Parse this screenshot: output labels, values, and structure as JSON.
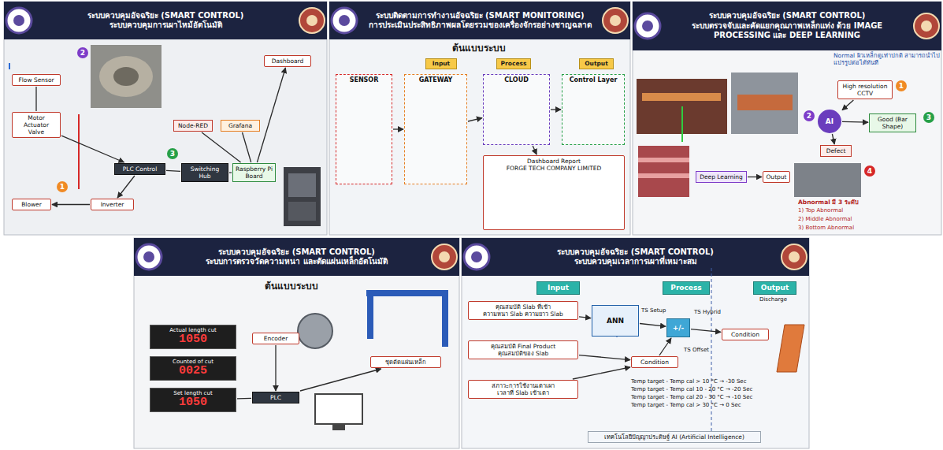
{
  "diagram": {
    "nodes": [
      {
        "text": [
          "ระบบควบคุมอัจฉริยะ (SMART CONTROL)",
          "ระบบควบคุมการเผาไหม้อัตโนมัติ"
        ]
      },
      {
        "text": [
          "Flow Sensor"
        ],
        "in": 0
      },
      {
        "text": [
          "Motor Actuator Valve"
        ],
        "in": 0
      },
      {
        "text": [
          "Blower"
        ],
        "in": 0
      },
      {
        "text": [
          "Inverter"
        ],
        "in": 0
      },
      {
        "text": [
          "PLC Control"
        ],
        "in": 0
      },
      {
        "text": [
          "Switching Hub"
        ],
        "in": 0
      },
      {
        "text": [
          "Raspberry Pi Board"
        ],
        "in": 0
      },
      {
        "text": [
          "Node-RED"
        ],
        "in": 0
      },
      {
        "text": [
          "Grafana"
        ],
        "in": 0
      },
      {
        "text": [
          "Dashboard"
        ],
        "in": 0
      },
      {
        "text": [
          "ระบบติดตามการทำงานอัจฉริยะ (SMART MONITORING)",
          "การประเมินประสิทธิภาพผลโดยรวมของเครื่องจักรอย่างชาญฉลาด"
        ]
      },
      {
        "text": [
          "SENSOR"
        ],
        "in": 11
      },
      {
        "text": [
          "GATEWAY"
        ],
        "in": 11
      },
      {
        "text": [
          "CLOUD"
        ],
        "in": 11
      },
      {
        "text": [
          "Control Layer"
        ],
        "in": 11
      },
      {
        "text": [
          "Dashboard Report",
          "FORGE TECH COMPANY LIMITED"
        ],
        "in": 11
      },
      {
        "text": [
          "ระบบควบคุมอัจฉริยะ (SMART CONTROL)",
          "ระบบตรวจจับและคัดแยกคุณภาพเหล็กแท่ง ด้วย IMAGE PROCESSING และ DEEP LEARNING"
        ]
      },
      {
        "text": [
          "High resolution CCTV"
        ],
        "in": 17
      },
      {
        "text": [
          "AI"
        ],
        "in": 17
      },
      {
        "text": [
          "Good (Bar Shape)"
        ],
        "in": 17
      },
      {
        "text": [
          "Defect"
        ],
        "in": 17
      },
      {
        "text": [
          "Deep Learning"
        ],
        "in": 17
      },
      {
        "text": [
          "Output"
        ],
        "in": 17
      },
      {
        "text": [
          "ระบบควบคุมอัจฉริยะ (SMART CONTROL)",
          "ระบบการตรวจวัดความหนา และตัดแผ่นเหล็กอัตโนมัติ"
        ]
      },
      {
        "text": [
          "Actual length cut",
          "1050"
        ],
        "in": 24
      },
      {
        "text": [
          "Counted of cut",
          "0025"
        ],
        "in": 24
      },
      {
        "text": [
          "Set length cut",
          "1050"
        ],
        "in": 24
      },
      {
        "text": [
          "PLC"
        ],
        "in": 24
      },
      {
        "text": [
          "Encoder"
        ],
        "in": 24
      },
      {
        "text": [
          "ชุดตัดแผ่นเหล็ก"
        ],
        "in": 24
      },
      {
        "text": [
          "ระบบควบคุมอัจฉริยะ (SMART CONTROL)",
          "ระบบควบคุมเวลาการเผาที่เหมาะสม"
        ]
      },
      {
        "text": [
          "Input"
        ],
        "in": 31
      },
      {
        "text": [
          "Process"
        ],
        "in": 31
      },
      {
        "text": [
          "Output"
        ],
        "in": 31
      },
      {
        "text": [
          "คุณสมบัติ Slab ที่เข้า",
          "ความหนา Slab ความยาว Slab"
        ],
        "in": 31
      },
      {
        "text": [
          "คุณสมบัติ Final Product",
          "คุณสมบัติของ Slab"
        ],
        "in": 31
      },
      {
        "text": [
          "สภาวะการใช้งานเตาเผา",
          "เวลาที่ Slab เข้าเตา"
        ],
        "in": 31
      },
      {
        "text": [
          "ANN"
        ],
        "in": 31
      },
      {
        "text": [
          "Condition"
        ],
        "in": 31
      },
      {
        "text": [
          "+/-"
        ],
        "in": 31
      },
      {
        "text": [
          "Condition"
        ],
        "in": 31
      },
      {
        "text": [
          "เทคโนโลยีปัญญาประดิษฐ์ AI (Artificial Intelligence)"
        ],
        "in": 31
      }
    ],
    "edges": [
      {
        "from": 1,
        "to": 2,
        "arrow": "none"
      },
      {
        "from": 2,
        "to": 5,
        "arrow": "to"
      },
      {
        "from": 5,
        "to": 6,
        "arrow": "none"
      },
      {
        "from": 6,
        "to": 7,
        "arrow": "none"
      },
      {
        "from": 7,
        "to": 8,
        "arrow": "none"
      },
      {
        "from": 7,
        "to": 9,
        "arrow": "none"
      },
      {
        "from": 7,
        "to": 10,
        "arrow": "to"
      },
      {
        "from": 5,
        "to": 4,
        "arrow": "to"
      },
      {
        "from": 4,
        "to": 3,
        "arrow": "to"
      },
      {
        "from": 12,
        "to": 13,
        "arrow": "to"
      },
      {
        "from": 13,
        "to": 14,
        "arrow": "to"
      },
      {
        "from": 14,
        "to": 15,
        "arrow": "to"
      },
      {
        "from": 14,
        "to": 16,
        "arrow": "to"
      },
      {
        "from": 18,
        "to": 19,
        "arrow": "to"
      },
      {
        "from": 19,
        "to": 20,
        "arrow": "to"
      },
      {
        "from": 19,
        "to": 21,
        "arrow": "to"
      },
      {
        "from": 22,
        "to": 23,
        "arrow": "to"
      },
      {
        "from": 29,
        "to": 28,
        "arrow": "to"
      },
      {
        "from": 28,
        "to": 30,
        "arrow": "to"
      },
      {
        "from": 28,
        "to": 27,
        "arrow": "none"
      },
      {
        "from": 35,
        "to": 38,
        "arrow": "to"
      },
      {
        "from": 36,
        "to": 39,
        "arrow": "to"
      },
      {
        "from": 37,
        "to": 39,
        "arrow": "to"
      },
      {
        "from": 38,
        "to": 40,
        "arrow": "to"
      },
      {
        "from": 39,
        "to": 40,
        "arrow": "to"
      },
      {
        "from": 40,
        "to": 41,
        "arrow": "to"
      }
    ],
    "labels": [
      "1",
      "2",
      "3",
      "ต้นแบบระบบ",
      "Input",
      "Process",
      "Output",
      "Normal ผิวเหล็กดูเท่าปกติ สามารถนำไปแปรรูปต่อได้ทันที",
      "Abnormal มี 3 ระดับ",
      "1) Top Abnormal",
      "2) Middle Abnormal",
      "3) Bottom Abnormal",
      "1",
      "2",
      "3",
      "4",
      "ต้นแบบระบบ",
      "TS Setup",
      "TS Offset",
      "TS Hybrid",
      "Discharge",
      "Temp target - Temp cal > 10 °C → -30 Sec",
      "Temp target - Temp cal 10 - 20 °C → -20 Sec",
      "Temp target - Temp cal 20 - 30 °C → -10 Sec",
      "Temp target - Temp cal > 30 °C → 0 Sec"
    ]
  }
}
